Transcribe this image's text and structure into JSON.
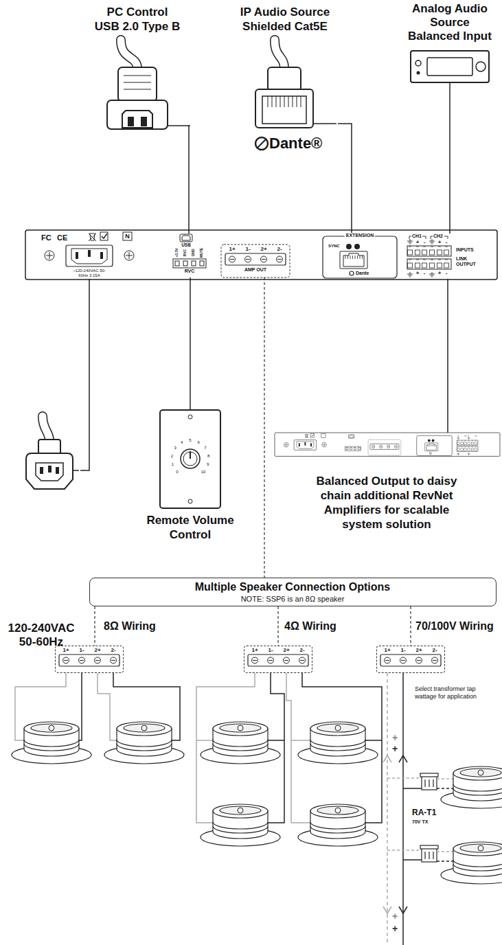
{
  "diagram": {
    "nodes": [
      {
        "text": [
          "PC Control",
          "USB 2.0 Type B"
        ]
      },
      {
        "text": [
          "IP Audio Source",
          "Shielded Cat5E",
          "Dante®"
        ]
      },
      {
        "text": [
          "Analog Audio Source Balanced Input"
        ]
      },
      {
        "text": [
          "FC",
          "CE",
          "N"
        ]
      },
      {
        "text": [
          "~120-240VAC 50-60Hz 3.15A"
        ],
        "in": 3
      },
      {
        "text": [
          "USB"
        ],
        "in": 3
      },
      {
        "text": [
          "RVC"
        ],
        "in": 3
      },
      {
        "text": [
          "AMP OUT"
        ],
        "in": 3
      },
      {
        "text": [
          "EXTENSION",
          "SYNC",
          "Dante"
        ],
        "in": 3
      },
      {
        "text": [
          "CH1",
          "CH2",
          "INPUTS",
          "LINK OUTPUT"
        ],
        "in": 3
      },
      {
        "text": [
          "120-240VAC 50-60Hz"
        ]
      },
      {
        "text": [
          "Remote Volume Control"
        ]
      },
      {
        "text": [
          "Balanced Output to daisy chain additional RevNet Amplifiers for scalable system solution"
        ]
      },
      {
        "text": [
          "Multiple Speaker Connection Options",
          "NOTE: SSP6 is an 8Ω speaker"
        ]
      },
      {
        "text": [
          "8Ω Wiring"
        ]
      },
      {
        "text": [
          "4Ω Wiring"
        ]
      },
      {
        "text": [
          "70/100V Wiring"
        ]
      }
    ],
    "edges": [
      {
        "from": 0,
        "to": 5,
        "arrow": "none"
      },
      {
        "from": 1,
        "to": 8,
        "arrow": "none"
      },
      {
        "from": 2,
        "to": 9,
        "arrow": "none"
      },
      {
        "from": 4,
        "to": 10,
        "arrow": "none"
      },
      {
        "from": 6,
        "to": 11,
        "arrow": "none"
      },
      {
        "from": 9,
        "to": 12,
        "arrow": "none"
      },
      {
        "from": 7,
        "to": 13,
        "arrow": "none"
      },
      {
        "from": 13,
        "to": 14,
        "arrow": "none"
      },
      {
        "from": 13,
        "to": 15,
        "arrow": "none"
      },
      {
        "from": 13,
        "to": 16,
        "arrow": "none"
      }
    ],
    "labels": [
      "+3.3V",
      "RVC",
      "GND",
      "MUTE",
      "1+",
      "1-",
      "2+",
      "2-",
      "+",
      "-",
      "+",
      "-",
      "+",
      "-",
      "+",
      "-",
      "0",
      "1",
      "2",
      "3",
      "4",
      "5",
      "6",
      "7",
      "8",
      "9",
      "10",
      "1+",
      "1-",
      "2+",
      "2-",
      "1+",
      "1-",
      "2+",
      "2-",
      "1+",
      "1-",
      "2+",
      "2-",
      "Select transformer tap wattage for application",
      "RA-T1",
      "70V TX",
      "+",
      "+",
      "+",
      "+"
    ]
  }
}
